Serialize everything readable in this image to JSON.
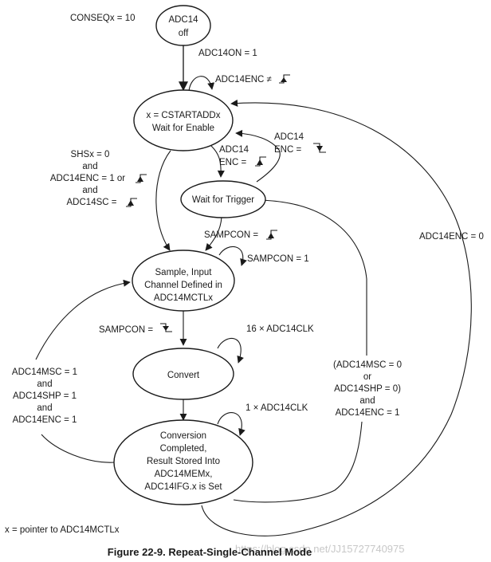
{
  "diagram": {
    "title": "Figure 22-9. Repeat-Single-Channel Mode",
    "footnote": "x = pointer to ADC14MCTLx",
    "watermark": "https://blog.csdn.net/JJ15727740975",
    "mode_label": "CONSEQx = 10",
    "states": [
      {
        "id": "off",
        "lines": [
          "ADC14",
          "off"
        ]
      },
      {
        "id": "wait-enable",
        "lines": [
          "x = CSTARTADDx",
          "Wait for Enable"
        ]
      },
      {
        "id": "wait-trigger",
        "lines": [
          "Wait for Trigger"
        ]
      },
      {
        "id": "sample",
        "lines": [
          "Sample, Input",
          "Channel Defined in",
          "ADC14MCTLx"
        ]
      },
      {
        "id": "convert",
        "lines": [
          "Convert"
        ]
      },
      {
        "id": "complete",
        "lines": [
          "Conversion",
          "Completed,",
          "Result Stored Into",
          "ADC14MEMx,",
          "ADC14IFG.x is Set"
        ]
      }
    ],
    "transitions": [
      {
        "id": "off-to-enable",
        "from": "off",
        "to": "wait-enable",
        "lines": [
          "ADC14ON = 1"
        ]
      },
      {
        "id": "enable-self",
        "from": "wait-enable",
        "to": "wait-enable",
        "lines": [
          "ADC14ENC ≠"
        ],
        "edge_icon": "rising-edge-icon"
      },
      {
        "id": "enable-to-trigger",
        "from": "wait-enable",
        "to": "wait-trigger",
        "lines": [
          "ADC14",
          "ENC  ="
        ],
        "edge_icon": "rising-edge-icon"
      },
      {
        "id": "trigger-to-enable",
        "from": "wait-trigger",
        "to": "wait-enable",
        "lines": [
          "ADC14",
          "ENC  ="
        ],
        "edge_icon": "falling-edge-icon"
      },
      {
        "id": "enable-to-sample",
        "from": "wait-enable",
        "to": "sample",
        "lines": [
          "SHSx = 0",
          "and",
          "ADC14ENC = 1 or",
          "and",
          "ADC14SC ="
        ],
        "edge_icon": "rising-edge-icon"
      },
      {
        "id": "trigger-to-sample",
        "from": "wait-trigger",
        "to": "sample",
        "lines": [
          "SAMPCON ="
        ],
        "edge_icon": "rising-edge-icon"
      },
      {
        "id": "sample-self",
        "from": "sample",
        "to": "sample",
        "lines": [
          "SAMPCON = 1"
        ]
      },
      {
        "id": "sample-to-convert",
        "from": "sample",
        "to": "convert",
        "lines": [
          "SAMPCON ="
        ],
        "edge_icon": "falling-edge-icon"
      },
      {
        "id": "convert-self",
        "from": "convert",
        "to": "convert",
        "lines": [
          "16 × ADC14CLK"
        ]
      },
      {
        "id": "convert-to-complete",
        "from": "convert",
        "to": "complete",
        "lines": []
      },
      {
        "id": "complete-self",
        "from": "complete",
        "to": "complete",
        "lines": [
          "1 × ADC14CLK"
        ]
      },
      {
        "id": "complete-to-sample",
        "from": "complete",
        "to": "sample",
        "lines": [
          "ADC14MSC = 1",
          "and",
          "ADC14SHP = 1",
          "and",
          "ADC14ENC = 1"
        ]
      },
      {
        "id": "complete-to-trigger",
        "from": "complete",
        "to": "wait-trigger",
        "lines": [
          "(ADC14MSC = 0",
          "or",
          "ADC14SHP = 0)",
          "and",
          "ADC14ENC = 1"
        ]
      },
      {
        "id": "complete-to-enable",
        "from": "complete",
        "to": "wait-enable",
        "lines": [
          "ADC14ENC = 0"
        ]
      }
    ]
  }
}
